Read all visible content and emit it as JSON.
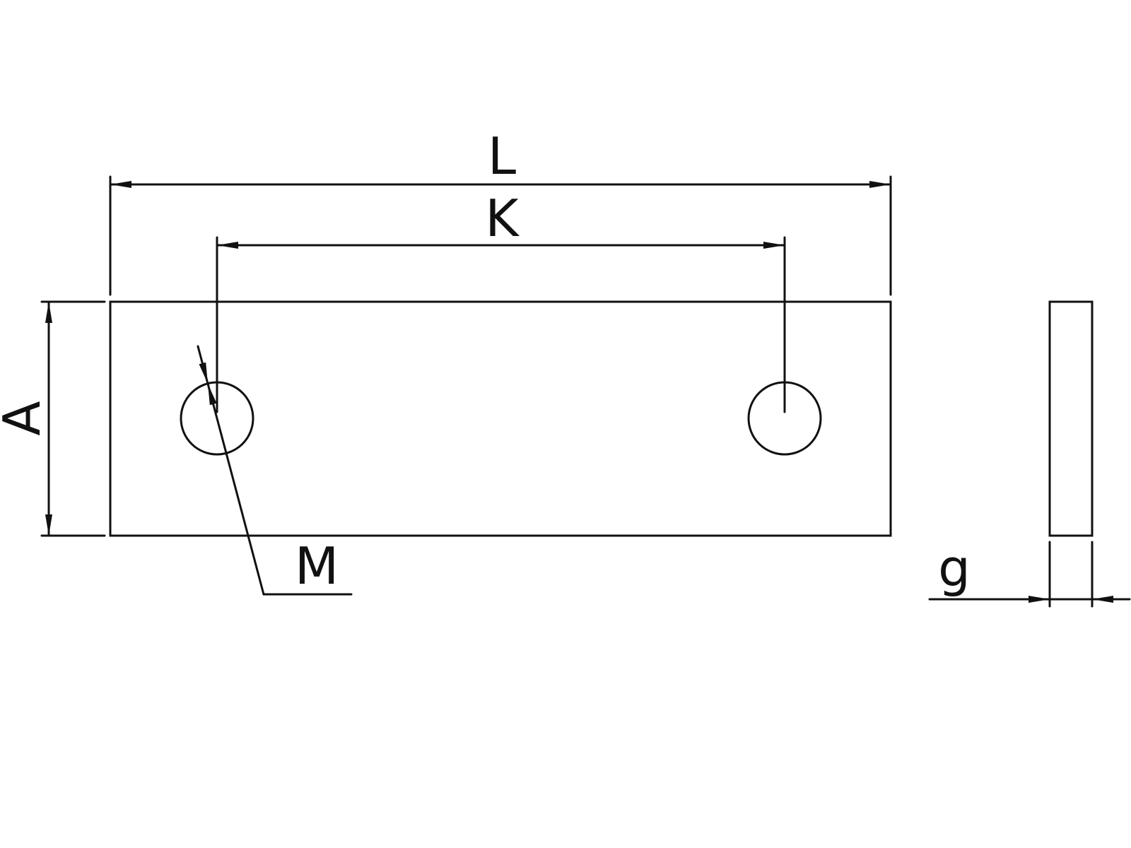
{
  "diagram": {
    "labels": {
      "length": "L",
      "hole_spacing": "K",
      "width": "A",
      "hole_diameter": "M",
      "thickness": "g"
    },
    "colors": {
      "line": "#111111",
      "background": "#ffffff"
    }
  }
}
